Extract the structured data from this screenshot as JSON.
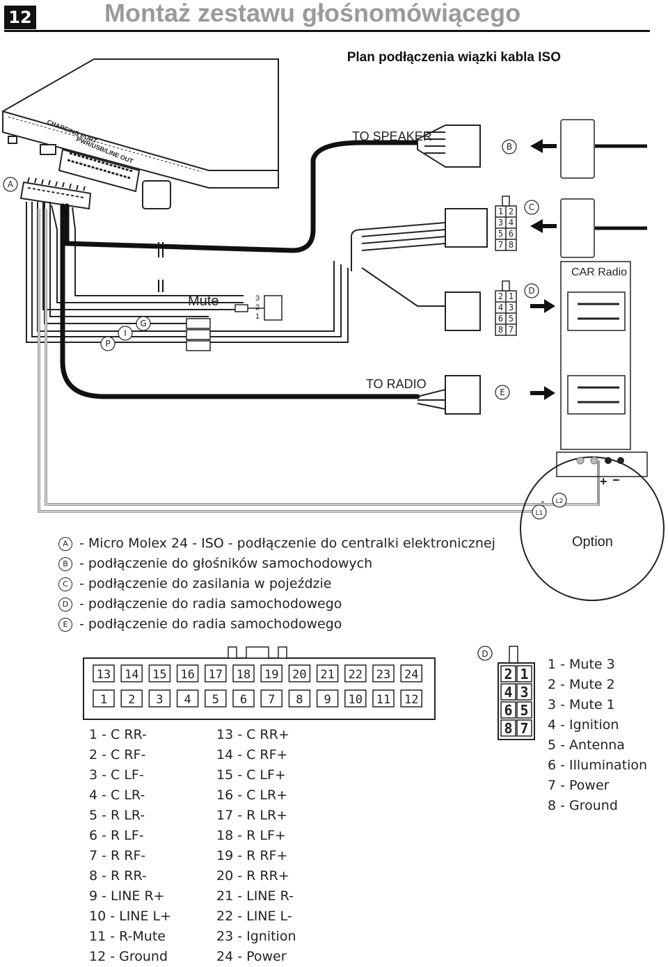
{
  "header": {
    "page_number": "12",
    "title": "Montaż zestawu głośnomówiącego"
  },
  "diagram": {
    "title": "Plan podłączenia wiązki kabla ISO",
    "to_speaker": "TO SPEAKER",
    "to_radio": "TO RADIO",
    "mute": "Mute",
    "car_radio": "CAR Radio",
    "option": "Option",
    "device_port_labels": [
      "CHARGING PORT",
      "PWR/USB/LINE OUT"
    ],
    "mute_pins": [
      "3",
      "2",
      "1"
    ],
    "wire_tags": [
      "P",
      "I",
      "G"
    ],
    "connector_letters": [
      "A",
      "B",
      "C",
      "D",
      "E"
    ],
    "l_labels": [
      "L1",
      "L2"
    ],
    "iso_c_pins": [
      "1",
      "2",
      "3",
      "4",
      "5",
      "6",
      "7",
      "8"
    ],
    "iso_d_pins": [
      "2",
      "1",
      "4",
      "3",
      "6",
      "5",
      "8",
      "7"
    ],
    "plus_minus": [
      "+",
      "−"
    ]
  },
  "legend": [
    {
      "letter": "A",
      "text": "- Micro Molex 24 - ISO - podłączenie do centralki elektronicznej"
    },
    {
      "letter": "B",
      "text": "- podłączenie do głośników samochodowych"
    },
    {
      "letter": "C",
      "text": "- podłączenie do zasilania w pojeździe"
    },
    {
      "letter": "D",
      "text": "- podłączenie do radia samochodowego"
    },
    {
      "letter": "E",
      "text": "- podłączenie do radia samochodowego"
    }
  ],
  "molex": {
    "top_row": [
      "13",
      "14",
      "15",
      "16",
      "17",
      "18",
      "19",
      "20",
      "21",
      "22",
      "23",
      "24"
    ],
    "bottom_row": [
      "1",
      "2",
      "3",
      "4",
      "5",
      "6",
      "7",
      "8",
      "9",
      "10",
      "11",
      "12"
    ]
  },
  "pinout_left": [
    "1 - C RR-",
    "2 - C RF-",
    "3 - C LF-",
    "4 - C LR-",
    "5 - R LR-",
    "6 - R LF-",
    "7 - R RF-",
    "8 - R RR-",
    "9 - LINE R+",
    "10 - LINE L+",
    "11 - R-Mute",
    "12 - Ground"
  ],
  "pinout_right": [
    "13 - C RR+",
    "14 - C RF+",
    "15 - C LF+",
    "16 - C LR+",
    "17 - R LR+",
    "18 - R LF+",
    "19 - R RF+",
    "20 - R RR+",
    "21 - LINE R-",
    "22 - LINE L-",
    "23 - Ignition",
    "24 - Power"
  ],
  "connector_d": {
    "letter": "D",
    "pins": [
      "2",
      "1",
      "4",
      "3",
      "6",
      "5",
      "8",
      "7"
    ],
    "functions": [
      "1 - Mute 3",
      "2 - Mute 2",
      "3 - Mute 1",
      "4 - Ignition",
      "5 - Antenna",
      "6 - Illumination",
      "7 - Power",
      "8 - Ground"
    ]
  }
}
